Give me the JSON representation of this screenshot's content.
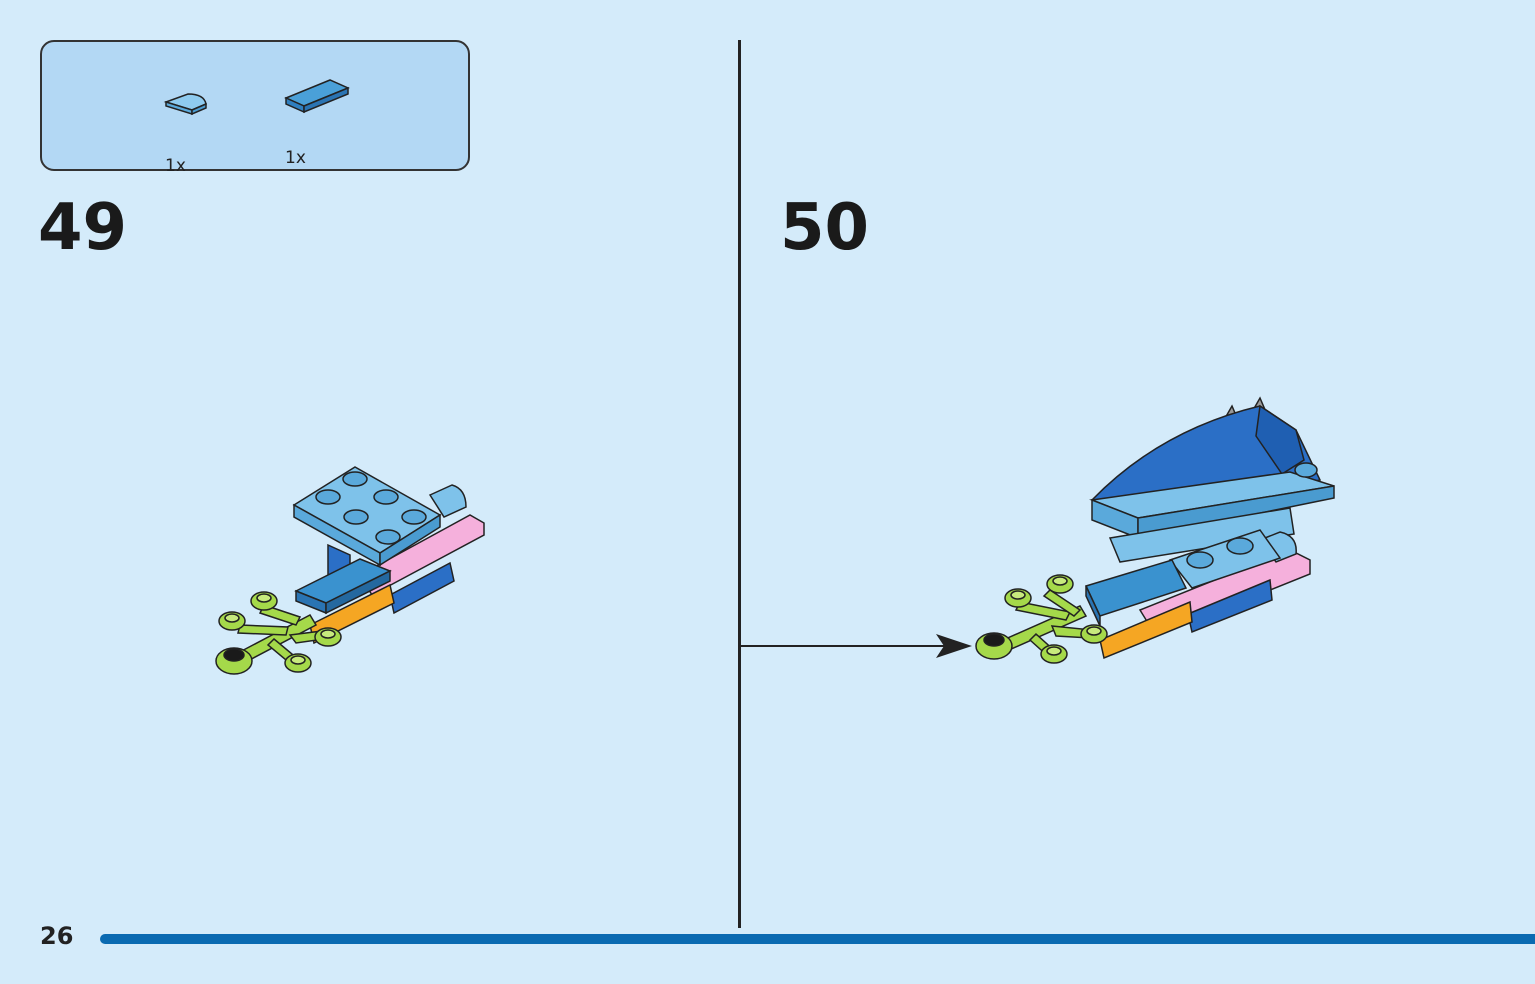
{
  "parts_list": [
    {
      "qty": "1x",
      "icon": "quarter-round-tile-icon",
      "color": "#7ec2ea"
    },
    {
      "qty": "1x",
      "icon": "flat-tile-1x2-icon",
      "color": "#3a92cf"
    }
  ],
  "steps": [
    {
      "number": "49"
    },
    {
      "number": "50"
    }
  ],
  "page": {
    "number": "26"
  },
  "colors": {
    "background": "#d4ebfa",
    "parts_box": "#b3d8f4",
    "footer_bar": "#0a6ab1"
  }
}
